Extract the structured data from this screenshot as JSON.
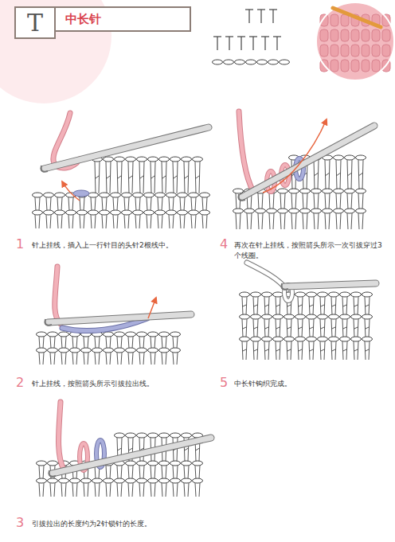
{
  "diagram": {
    "nodes": [
      {
        "text": [
          "T"
        ]
      },
      {
        "text": [
          "中长针"
        ]
      }
    ],
    "labels": [
      "1",
      "针上挂线，插入上一行针目的头针2根线中。",
      "2",
      "针上挂线，按照箭头所示引拔拉出线。",
      "3",
      "引拔拉出的长度约为2针锁针的长度。",
      "4",
      "再次在针上挂线，按照箭头所示一次引拔穿过3个线圈。",
      "5",
      "中长针钩织完成。"
    ]
  }
}
